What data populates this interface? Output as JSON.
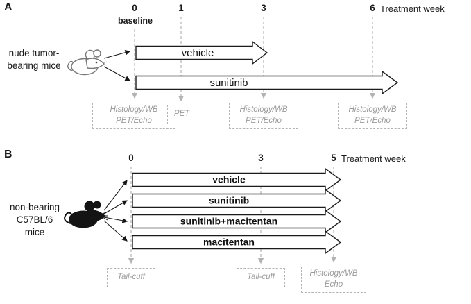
{
  "panelA": {
    "label": "A",
    "subject_lines": [
      "nude tumor-",
      "bearing mice"
    ],
    "timeline": {
      "ticks": [
        "0",
        "1",
        "3",
        "6"
      ],
      "baseline": "baseline",
      "axis_label": "Treatment week"
    },
    "arrows": [
      {
        "label": "vehicle",
        "start_week": "0",
        "end_week": "3"
      },
      {
        "label": "sunitinib",
        "start_week": "0",
        "end_week": "6"
      }
    ],
    "boxes": [
      {
        "line1": "Histology/WB",
        "line2": "PET/Echo"
      },
      {
        "line1": "PET"
      },
      {
        "line1": "Histology/WB",
        "line2": "PET/Echo"
      },
      {
        "line1": "Histology/WB",
        "line2": "PET/Echo"
      }
    ]
  },
  "panelB": {
    "label": "B",
    "subject_lines": [
      "non-bearing",
      "C57BL/6",
      "mice"
    ],
    "timeline": {
      "ticks": [
        "0",
        "3",
        "5"
      ],
      "axis_label": "Treatment week"
    },
    "arrows": [
      {
        "label": "vehicle",
        "start_week": "0",
        "end_week": "5"
      },
      {
        "label": "sunitinib",
        "start_week": "0",
        "end_week": "5"
      },
      {
        "label": "sunitinib+macitentan",
        "start_week": "0",
        "end_week": "5"
      },
      {
        "label": "macitentan",
        "start_week": "0",
        "end_week": "5"
      }
    ],
    "boxes": [
      {
        "line1": "Tail-cuff"
      },
      {
        "line1": "Tail-cuff"
      },
      {
        "line1": "Histology/WB",
        "line2": "Echo"
      }
    ]
  },
  "colors": {
    "box_border": "#b3b3b3",
    "box_text": "#9a9a9a",
    "dashed_line": "#b3b3b3",
    "arrow_fill": "#ffffff",
    "arrow_outline": "#1c1c1c",
    "text": "#1a1a1a"
  }
}
